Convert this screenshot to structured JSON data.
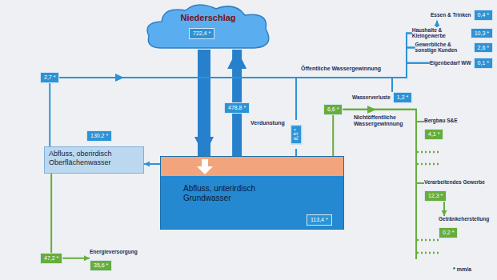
{
  "diagram": {
    "nodes": [
      {
        "text": [
          "Niederschlag"
        ]
      },
      {
        "text": [
          "722,4 *"
        ],
        "in": 0
      },
      {
        "text": [
          "2,7 *"
        ]
      },
      {
        "text": [
          "478,8 *"
        ]
      },
      {
        "text": [
          "Essen & Trinken",
          "0,4 *"
        ]
      },
      {
        "text": [
          "Haushalte & Kleingewerbe",
          "10,3 *"
        ]
      },
      {
        "text": [
          "Gewerbliche & sonstige Kunden",
          "2,6 *"
        ]
      },
      {
        "text": [
          "Eigenbedarf WW",
          "0,1 *"
        ]
      },
      {
        "text": [
          "Wasserverluste",
          "1,2 *"
        ]
      },
      {
        "text": [
          "6,6 *"
        ]
      },
      {
        "text": [
          "Bergbau S&E",
          "4,1 *"
        ]
      },
      {
        "text": [
          "8,5 *"
        ]
      },
      {
        "text": [
          "130,2 *"
        ]
      },
      {
        "text": [
          "Abfluss, oberirdisch Oberflächenwasser"
        ]
      },
      {
        "text": [
          "Abfluss, unterirdisch Grundwasser"
        ]
      },
      {
        "text": [
          "113,4 *"
        ],
        "in": 14
      },
      {
        "text": [
          "Verarbeitendes Gewerbe",
          "12,3 *"
        ]
      },
      {
        "text": [
          "Getränkeherstellung",
          "0,2 *"
        ]
      },
      {
        "text": [
          "47,2 *"
        ]
      },
      {
        "text": [
          "Energieversorgung",
          "35,6 *"
        ]
      }
    ],
    "edges": [
      {
        "from": 0,
        "to": 14,
        "arrow": "to"
      },
      {
        "from": 14,
        "to": 3,
        "arrow": "none"
      },
      {
        "from": 3,
        "to": 0,
        "arrow": "to"
      },
      {
        "from": 13,
        "to": 2,
        "arrow": "none"
      },
      {
        "from": 2,
        "to": 5,
        "arrow": "none"
      },
      {
        "from": 2,
        "to": 6,
        "arrow": "none"
      },
      {
        "from": 2,
        "to": 7,
        "arrow": "none"
      },
      {
        "from": 2,
        "to": 8,
        "arrow": "none"
      },
      {
        "from": 11,
        "to": 5,
        "arrow": "none"
      },
      {
        "from": 11,
        "to": 6,
        "arrow": "none"
      },
      {
        "from": 11,
        "to": 7,
        "arrow": "none"
      },
      {
        "from": 11,
        "to": 8,
        "arrow": "none"
      },
      {
        "from": 5,
        "to": 4,
        "arrow": "to"
      },
      {
        "from": 14,
        "to": 11,
        "arrow": "none"
      },
      {
        "from": 14,
        "to": 13,
        "arrow": "to"
      },
      {
        "from": 14,
        "to": 9,
        "arrow": "none"
      },
      {
        "from": 9,
        "to": 10,
        "arrow": "none"
      },
      {
        "from": 9,
        "to": 16,
        "arrow": "none"
      },
      {
        "from": 16,
        "to": 17,
        "arrow": "to"
      },
      {
        "from": 13,
        "to": 18,
        "arrow": "none"
      },
      {
        "from": 18,
        "to": 19,
        "arrow": "to"
      }
    ],
    "labels": [
      "Öffentliche Wassergewinnung",
      "Nichtöffentliche Wassergewinnung",
      "Verdunstung",
      "* mm/a"
    ]
  }
}
